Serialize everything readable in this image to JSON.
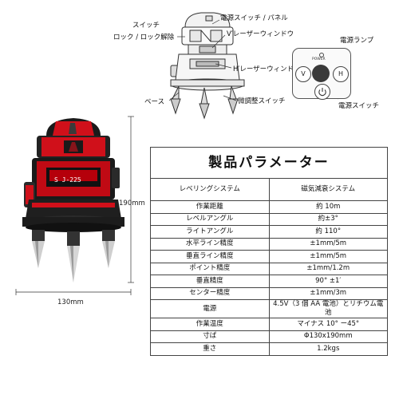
{
  "diagram": {
    "labels": {
      "switch": "スイッチ",
      "lock": "ロック / ロック解除",
      "power_panel": "電源スイッチ / パネル",
      "v_window": "V′レーザーウィンドウ",
      "h_window": "H′レーザーウィンドウ",
      "base": "ベース",
      "adjust": "微調整スイッチ",
      "power_lamp": "電源ランプ",
      "power_switch": "電源スイッチ"
    },
    "panel": {
      "power_text": "POWER",
      "v_button": "V",
      "h_button": "H",
      "power_icon": "power-icon"
    }
  },
  "product": {
    "model": "S J-225",
    "height_label": "190mm",
    "width_label": "130mm",
    "accent_color": "#d0101a",
    "body_color": "#1a1a1a"
  },
  "table": {
    "title": "製品パラメーター",
    "rows": [
      {
        "label": "レベリングシステム",
        "value": "磁気減衰システム"
      },
      {
        "label": "作業距離",
        "value": "約 10m"
      },
      {
        "label": "レベルアングル",
        "value": "約±3°"
      },
      {
        "label": "ライトアングル",
        "value": "約 110°"
      },
      {
        "label": "水平ライン精度",
        "value": "±1mm/5m"
      },
      {
        "label": "垂直ライン精度",
        "value": "±1mm/5m"
      },
      {
        "label": "ポイント精度",
        "value": "±1mm/1.2m"
      },
      {
        "label": "垂直精度",
        "value": "90° ±1′"
      },
      {
        "label": "センター精度",
        "value": "±1mm/3m"
      },
      {
        "label": "電源",
        "value": "4.5V（3 個 AA 電池）とリチウム電池"
      },
      {
        "label": "作業温度",
        "value": "マイナス 10° ー45°"
      },
      {
        "label": "寸ぱ",
        "value": "Φ130x190mm"
      },
      {
        "label": "重さ",
        "value": "1.2kgs"
      }
    ]
  }
}
